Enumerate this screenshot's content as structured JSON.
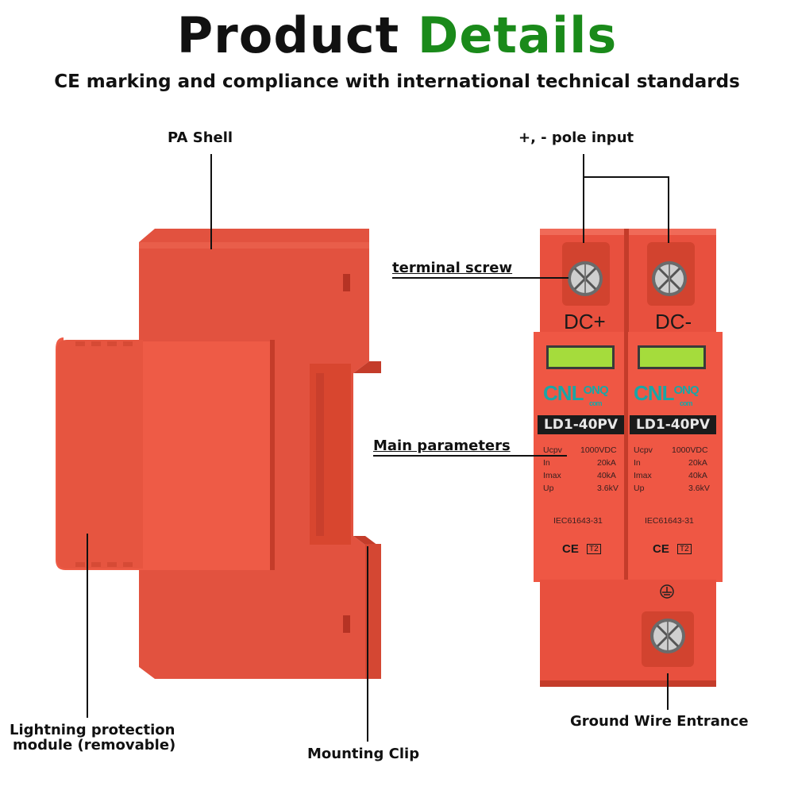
{
  "header": {
    "title_part1": "Product",
    "title_part2": "Details",
    "subtitle": "CE marking and compliance with international technical standards"
  },
  "callouts": {
    "pa_shell": "PA Shell",
    "pole_input": "+, - pole input",
    "terminal_screw": "terminal screw",
    "main_parameters": "Main parameters",
    "lightning_line1": "Lightning protection",
    "lightning_line2": "module (removable)",
    "mounting_clip": "Mounting Clip",
    "ground_wire": "Ground Wire Entrance"
  },
  "device": {
    "pole_left": "DC+",
    "pole_right": "DC-",
    "brand_cn": "CN",
    "brand_l": "L",
    "brand_onq": "ONQ",
    "brand_com": "com",
    "model": "LD1-40PV",
    "params": [
      {
        "name": "Ucpv",
        "value": "1000VDC"
      },
      {
        "name": "In",
        "value": "20kA"
      },
      {
        "name": "Imax",
        "value": "40kA"
      },
      {
        "name": "Up",
        "value": "3.6kV"
      }
    ],
    "standard": "IEC61643-31",
    "ce_mark": "CE",
    "class_mark": "T2"
  },
  "colors": {
    "accent_green": "#1a8a1a",
    "device_red": "#e8503e",
    "brand_teal": "#1aa6a6"
  }
}
